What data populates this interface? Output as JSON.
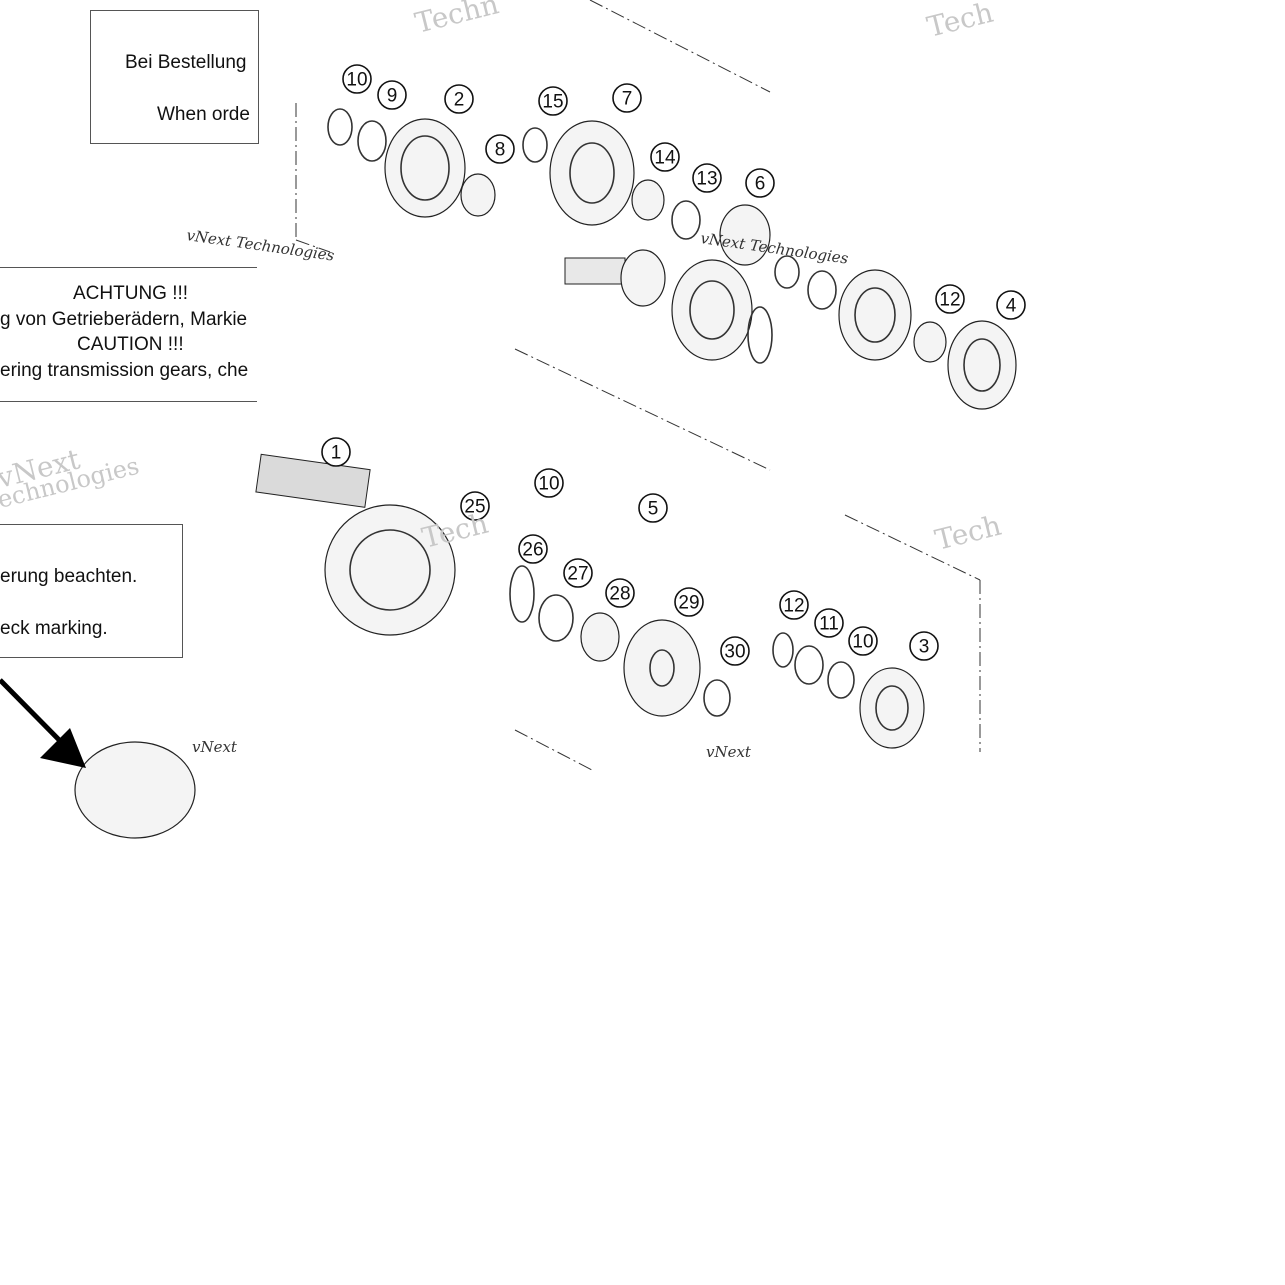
{
  "notes": {
    "order_de": "Bei Bestellung",
    "order_en": "When orde",
    "caution_title_de": "ACHTUNG !!!",
    "caution_text_de": "g von Getrieberädern, Markie",
    "caution_title_en": "CAUTION !!!",
    "caution_text_en": "ering transmission gears, che",
    "marking_de": "erung beachten.",
    "marking_en": "eck marking."
  },
  "part_numbers": [
    "1",
    "2",
    "3",
    "4",
    "5",
    "6",
    "7",
    "8",
    "9",
    "10",
    "11",
    "12",
    "13",
    "14",
    "15",
    "25",
    "26",
    "27",
    "28",
    "29",
    "30"
  ],
  "watermarks": {
    "brand": "vNext",
    "brand_long": "vNext Technologies",
    "tech": "Techn",
    "tech_short": "Tech",
    "technologies": "echnologies"
  }
}
